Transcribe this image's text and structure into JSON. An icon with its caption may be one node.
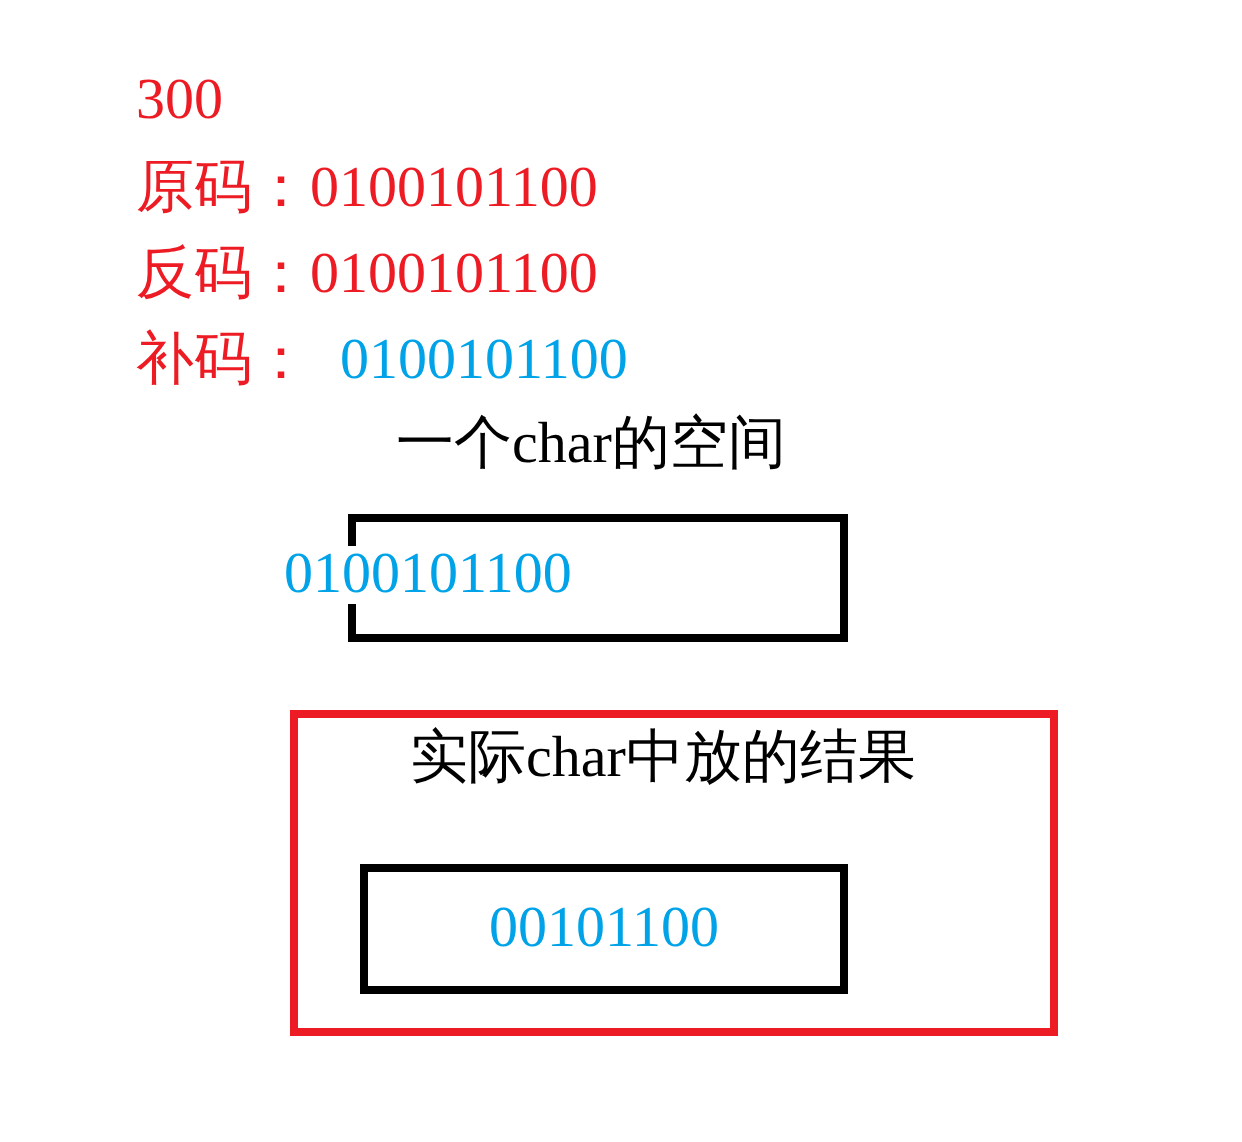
{
  "diagram": {
    "nodes": [
      {
        "text": [
          "一个char的空间",
          "0100101100"
        ]
      },
      {
        "text": [
          "实际char中放的结果"
        ]
      },
      {
        "text": [
          "00101100"
        ],
        "in": 1
      }
    ],
    "labels": [
      "300",
      "原码：0100101100",
      "反码：0100101100",
      "补码：",
      "0100101100"
    ]
  }
}
